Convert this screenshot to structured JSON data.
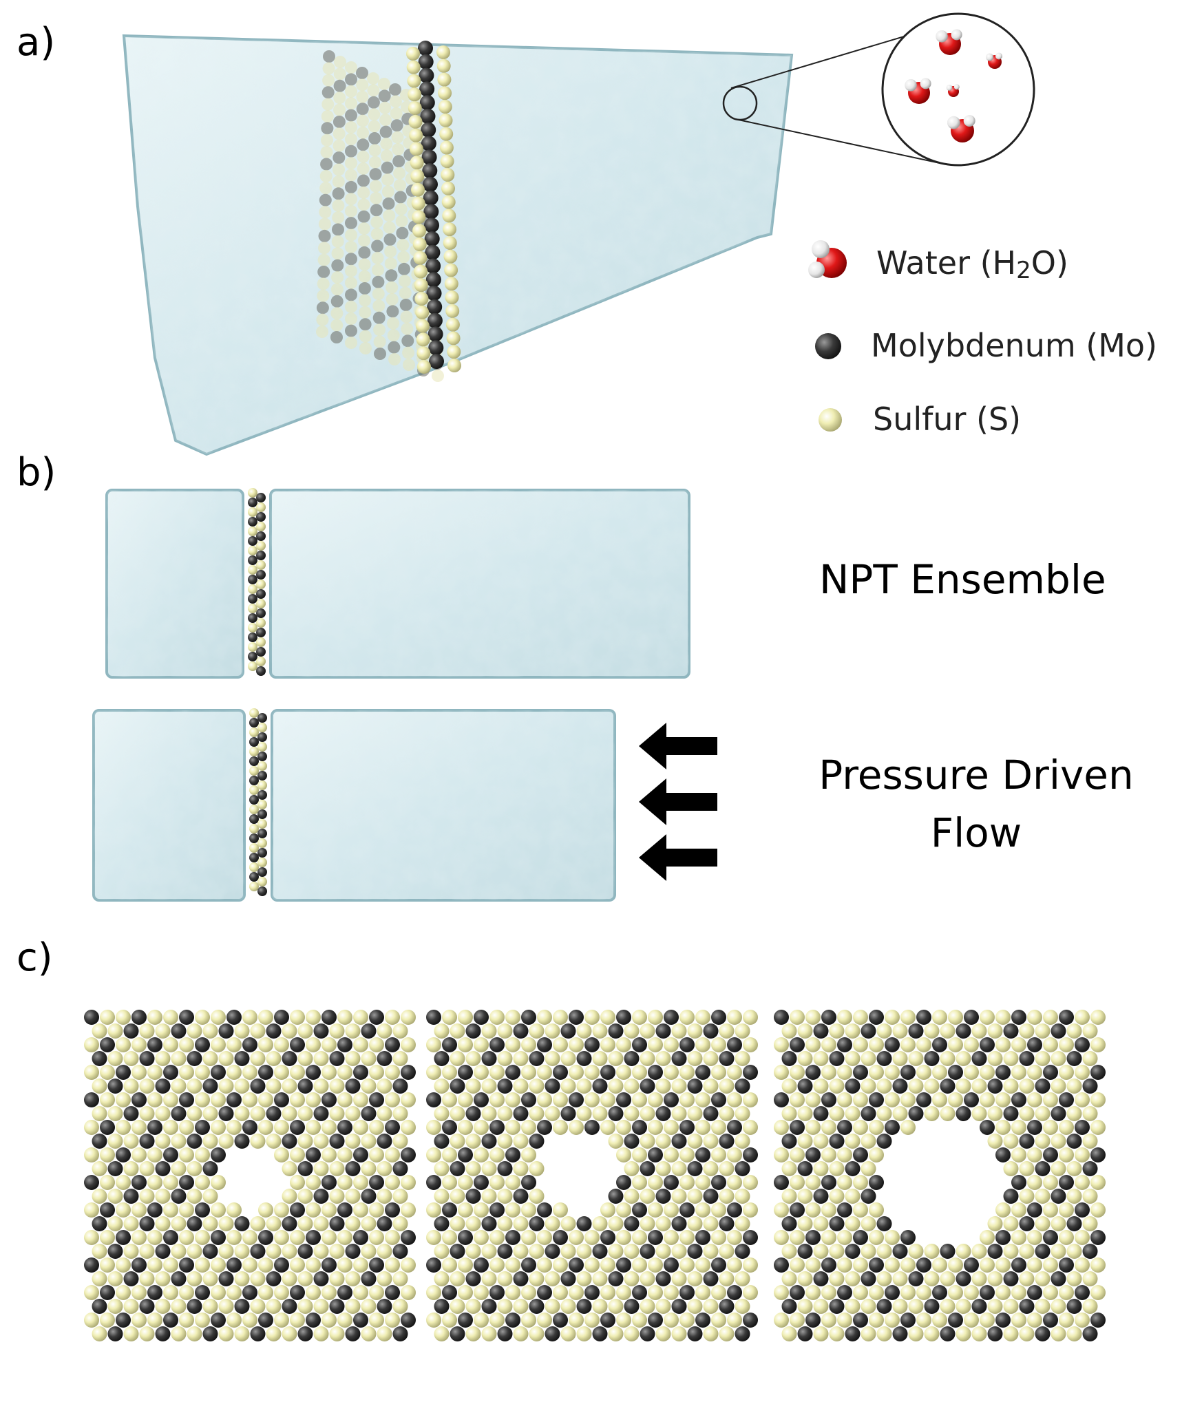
{
  "panels": {
    "a": {
      "label": "a)",
      "legend": [
        {
          "label": "Water (H₂O)",
          "icon": "water-molecule-icon",
          "color": "#e01818"
        },
        {
          "label": "Molybdenum (Mo)",
          "icon": "molybdenum-atom-icon",
          "color": "#444444"
        },
        {
          "label": "Sulfur (S)",
          "icon": "sulfur-atom-icon",
          "color": "#eceab0"
        }
      ]
    },
    "b": {
      "label": "b)",
      "npt_label": "NPT Ensemble",
      "flow_label_line1": "Pressure Driven",
      "flow_label_line2": "Flow"
    },
    "c": {
      "label": "c)"
    }
  },
  "colors": {
    "water": "#d6e9ee",
    "water_edge": "#8fb6bf",
    "molybdenum": "#3a3a3a",
    "sulfur": "#f0eeb4",
    "oxygen": "#e01818",
    "hydrogen": "#f2f2f2",
    "arrow": "#000000"
  }
}
